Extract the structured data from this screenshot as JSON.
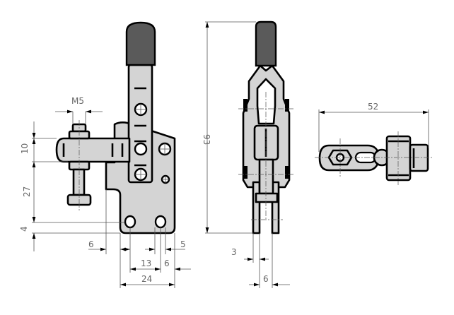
{
  "title": "Vertical toggle clamp technical drawing",
  "views": {
    "front": {
      "dimensions": {
        "thread": "M5",
        "arm_height": "10",
        "spindle_to_holes": "27",
        "hole_to_bottom": "4",
        "step_offset": "6",
        "edge_to_hole": "5",
        "hole_spacing": "13",
        "hole_to_edge": "6",
        "base_width": "24"
      }
    },
    "side": {
      "dimensions": {
        "total_height": "93",
        "leg_thickness": "3",
        "leg_spacing": "6"
      }
    },
    "top": {
      "dimensions": {
        "total_length": "52"
      }
    }
  },
  "colors": {
    "part_fill": "#d4d4d4",
    "grip_fill": "#5a5a5a",
    "dimension": "#666666"
  }
}
